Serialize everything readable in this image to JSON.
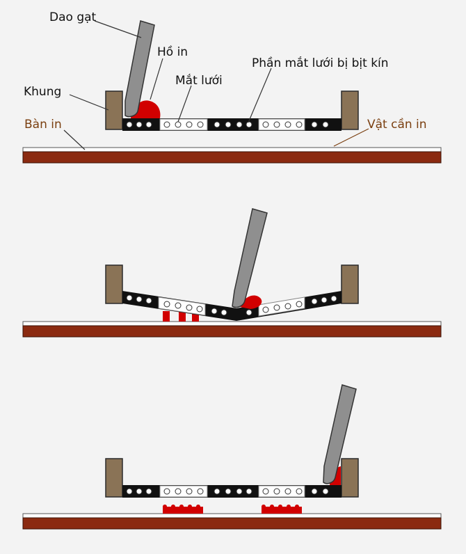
{
  "labels": {
    "squeegee": "Dao gạt",
    "ink": "Hồ in",
    "frame": "Khung",
    "mesh_openings": "Mắt lưới",
    "sealed_mesh": "Phần mắt lưới bị bịt kín",
    "print_table": "Bàn in",
    "substrate": "Vật cần in"
  },
  "colors": {
    "background": "#f3f3f3",
    "table": "#8b2a10",
    "substrate": "#ffffff",
    "frame": "#8a7356",
    "mesh_sealed": "#111111",
    "mesh_open": "#ffffff",
    "ink": "#d10000",
    "squeegee": "#8f8f8f"
  },
  "stages": [
    "before-printing",
    "during-printing",
    "after-printing"
  ]
}
